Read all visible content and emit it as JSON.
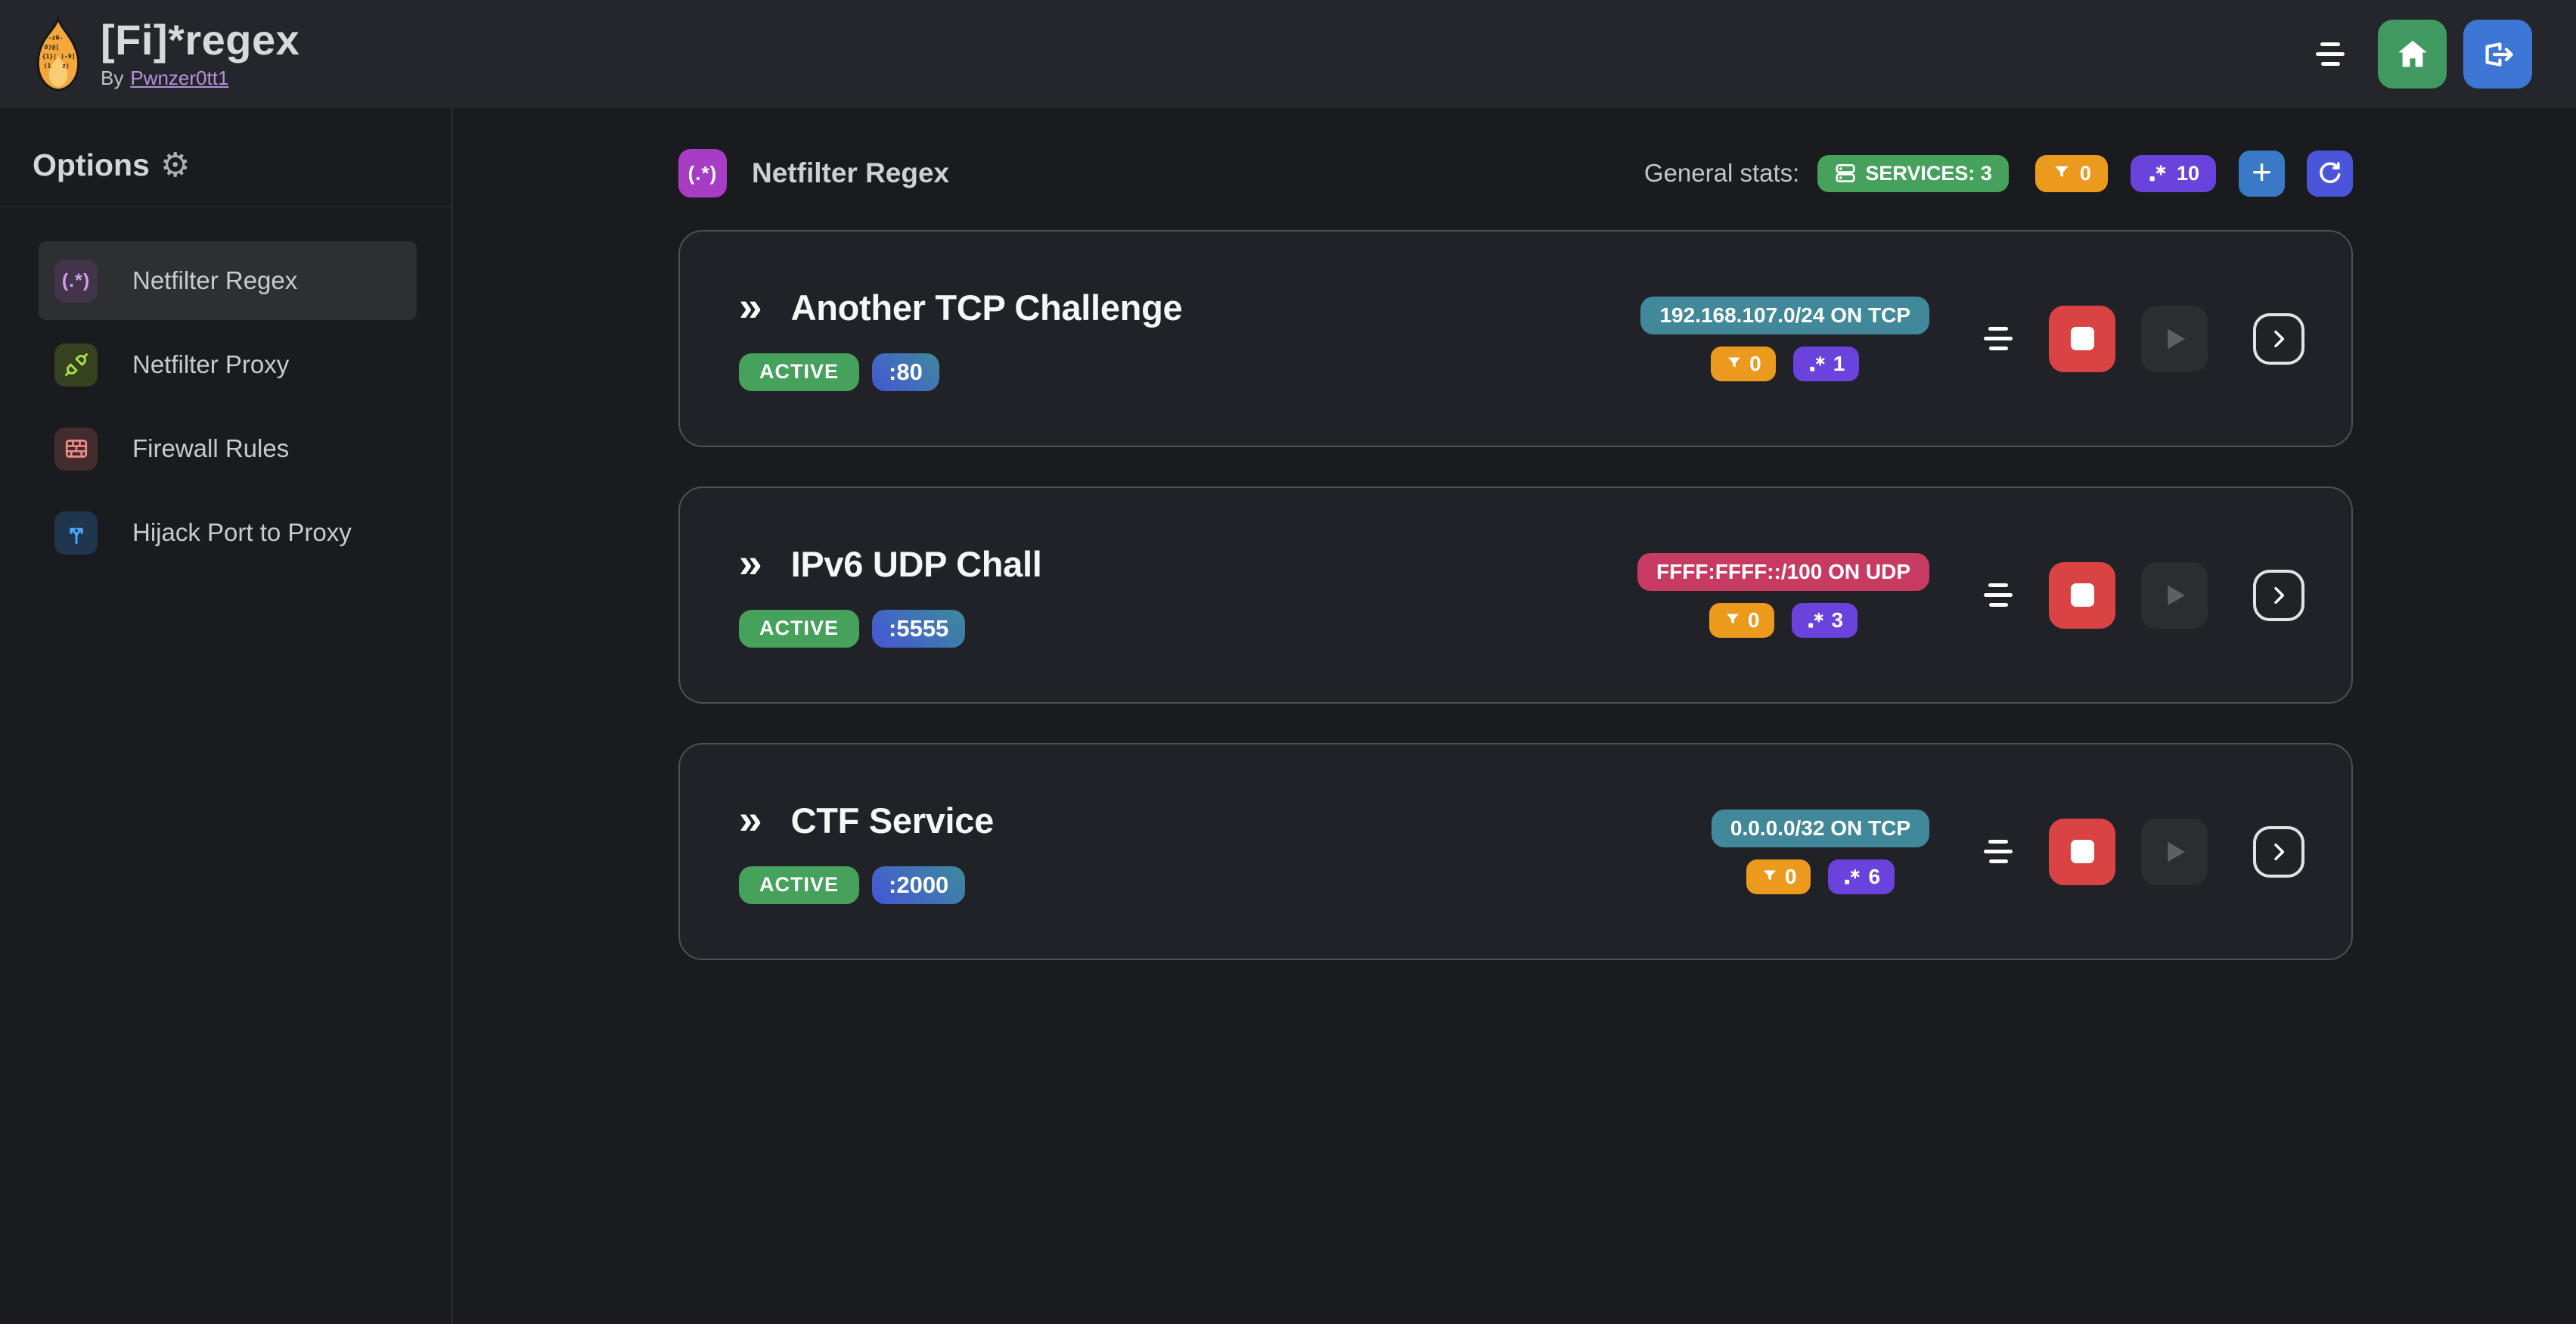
{
  "app": {
    "title": "[Fi]*regex",
    "byline_prefix": "By",
    "author": "Pwnzer0tt1"
  },
  "sidebar": {
    "title": "Options",
    "gear": "⚙",
    "items": [
      {
        "label": "Netfilter Regex",
        "icon_text": "(.*)"
      },
      {
        "label": "Netfilter Proxy"
      },
      {
        "label": "Firewall Rules"
      },
      {
        "label": "Hijack Port to Proxy"
      }
    ]
  },
  "main": {
    "section": {
      "icon_text": "(.*)",
      "title": "Netfilter Regex"
    },
    "stats_label": "General stats:",
    "stats": {
      "services": "SERVICES: 3",
      "filtered": "0",
      "regexes": "10"
    },
    "add_label": "+"
  },
  "glyphs": {
    "chevrons": "»"
  },
  "services": [
    {
      "name": "Another TCP Challenge",
      "status": "ACTIVE",
      "port": ":80",
      "target": "192.168.107.0/24 ON TCP",
      "target_color": "#41899a",
      "filtered": "0",
      "regexes": "1"
    },
    {
      "name": "IPv6 UDP Chall",
      "status": "ACTIVE",
      "port": ":5555",
      "target": "FFFF:FFFF::/100 ON UDP",
      "target_color": "#c73a62",
      "filtered": "0",
      "regexes": "3"
    },
    {
      "name": "CTF Service",
      "status": "ACTIVE",
      "port": ":2000",
      "target": "0.0.0.0/32 ON TCP",
      "target_color": "#41899a",
      "filtered": "0",
      "regexes": "6"
    }
  ],
  "colors": {
    "page_bg": "#1a1b1e",
    "header_bg": "#25262c",
    "card_bg": "#212227",
    "card_border": "#4e5054",
    "divider": "#2c2e33",
    "selected_item_bg": "#2e2f33",
    "text_primary": "#e9eaec",
    "text_secondary": "#c1c2c5",
    "link_purple": "#b490dc",
    "green": "#45a15c",
    "orange": "#eb9a1e",
    "violet": "#6943dc",
    "teal": "#41899a",
    "pink": "#c73a62",
    "indigo_from": "#4456d6",
    "cyan_to": "#3d8a9b",
    "red": "#da4343",
    "home_green": "#40995e",
    "logout_blue": "#3e76d6",
    "add_blue": "#3a78c8",
    "refresh_indigo": "#4b55d9",
    "grape": "#a73dc4",
    "icon_purple": "#d49cee",
    "icon_green": "#a4de4c",
    "icon_red": "#f08a8a",
    "icon_blue": "#4da6f5"
  }
}
